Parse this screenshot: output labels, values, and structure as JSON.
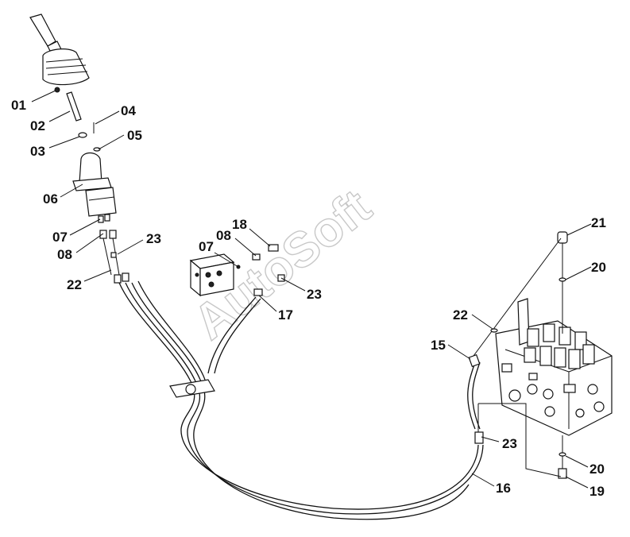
{
  "watermark": "AutoSoft",
  "callouts": [
    {
      "id": "c01",
      "text": "01"
    },
    {
      "id": "c02",
      "text": "02"
    },
    {
      "id": "c03",
      "text": "03"
    },
    {
      "id": "c04",
      "text": "04"
    },
    {
      "id": "c05",
      "text": "05"
    },
    {
      "id": "c06",
      "text": "06"
    },
    {
      "id": "c07a",
      "text": "07"
    },
    {
      "id": "c08a",
      "text": "08"
    },
    {
      "id": "c22a",
      "text": "22"
    },
    {
      "id": "c23a",
      "text": "23"
    },
    {
      "id": "c07b",
      "text": "07"
    },
    {
      "id": "c08b",
      "text": "08"
    },
    {
      "id": "c18",
      "text": "18"
    },
    {
      "id": "c23b",
      "text": "23"
    },
    {
      "id": "c17",
      "text": "17"
    },
    {
      "id": "c21",
      "text": "21"
    },
    {
      "id": "c20a",
      "text": "20"
    },
    {
      "id": "c22b",
      "text": "22"
    },
    {
      "id": "c15",
      "text": "15"
    },
    {
      "id": "c23c",
      "text": "23"
    },
    {
      "id": "c20b",
      "text": "20"
    },
    {
      "id": "c19",
      "text": "19"
    },
    {
      "id": "c16",
      "text": "16"
    }
  ]
}
